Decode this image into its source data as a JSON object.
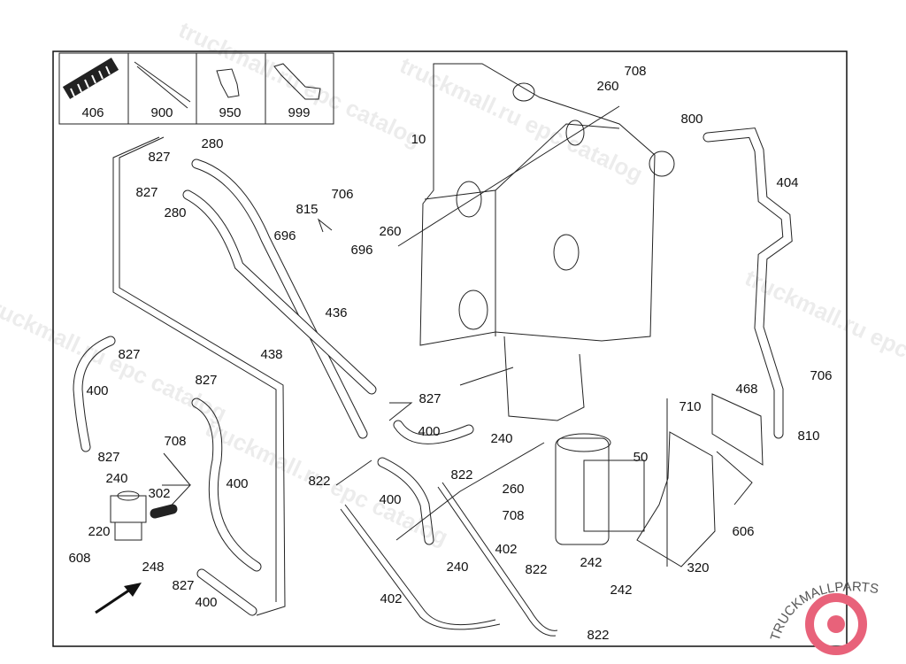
{
  "diagram": {
    "thumbnails": [
      {
        "label": "406",
        "icon": "bellows-icon"
      },
      {
        "label": "900",
        "icon": "strap-icon"
      },
      {
        "label": "950",
        "icon": "bracket-icon"
      },
      {
        "label": "999",
        "icon": "tool-icon"
      }
    ],
    "labels": [
      "10",
      "260",
      "708",
      "800",
      "404",
      "280",
      "827",
      "827",
      "280",
      "706",
      "815",
      "696",
      "260",
      "696",
      "436",
      "438",
      "827",
      "400",
      "827",
      "827",
      "706",
      "468",
      "710",
      "810",
      "400",
      "240",
      "708",
      "827",
      "240",
      "50",
      "822",
      "822",
      "302",
      "400",
      "400",
      "260",
      "220",
      "708",
      "606",
      "402",
      "608",
      "248",
      "240",
      "822",
      "242",
      "320",
      "827",
      "242",
      "400",
      "402",
      "822"
    ],
    "watermark": "truckmall.ru epc catalog",
    "logo_text": "TRUCKMALLPARTS",
    "colors": {
      "line": "#222222",
      "logo": "#e8627a"
    }
  }
}
